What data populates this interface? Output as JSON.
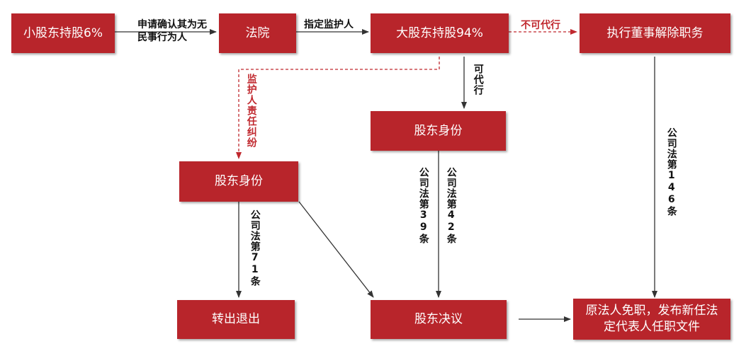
{
  "boxes": {
    "minority": "小股东持股6%",
    "court": "法院",
    "majority": "大股东持股94%",
    "exec": "执行董事解除职务",
    "identity_right": "股东身份",
    "identity_left": "股东身份",
    "transfer": "转出退出",
    "resolution": "股东决议",
    "documents": "原法人免职，发布新任法定代表人任职文件"
  },
  "labels": {
    "apply": "申请确认其为无民事行为人",
    "appoint": "指定监护人",
    "cannot_act": "不可代行",
    "guardian_dispute": "监护人责任纠纷",
    "can_act": "可代行",
    "law39": "公司法第39条",
    "law42": "公司法第42条",
    "law71": "公司法第71条",
    "law146": "公司法第146条"
  },
  "colors": {
    "box": "#b8252b",
    "dashed_line": "#c0282e",
    "line": "#333333"
  }
}
